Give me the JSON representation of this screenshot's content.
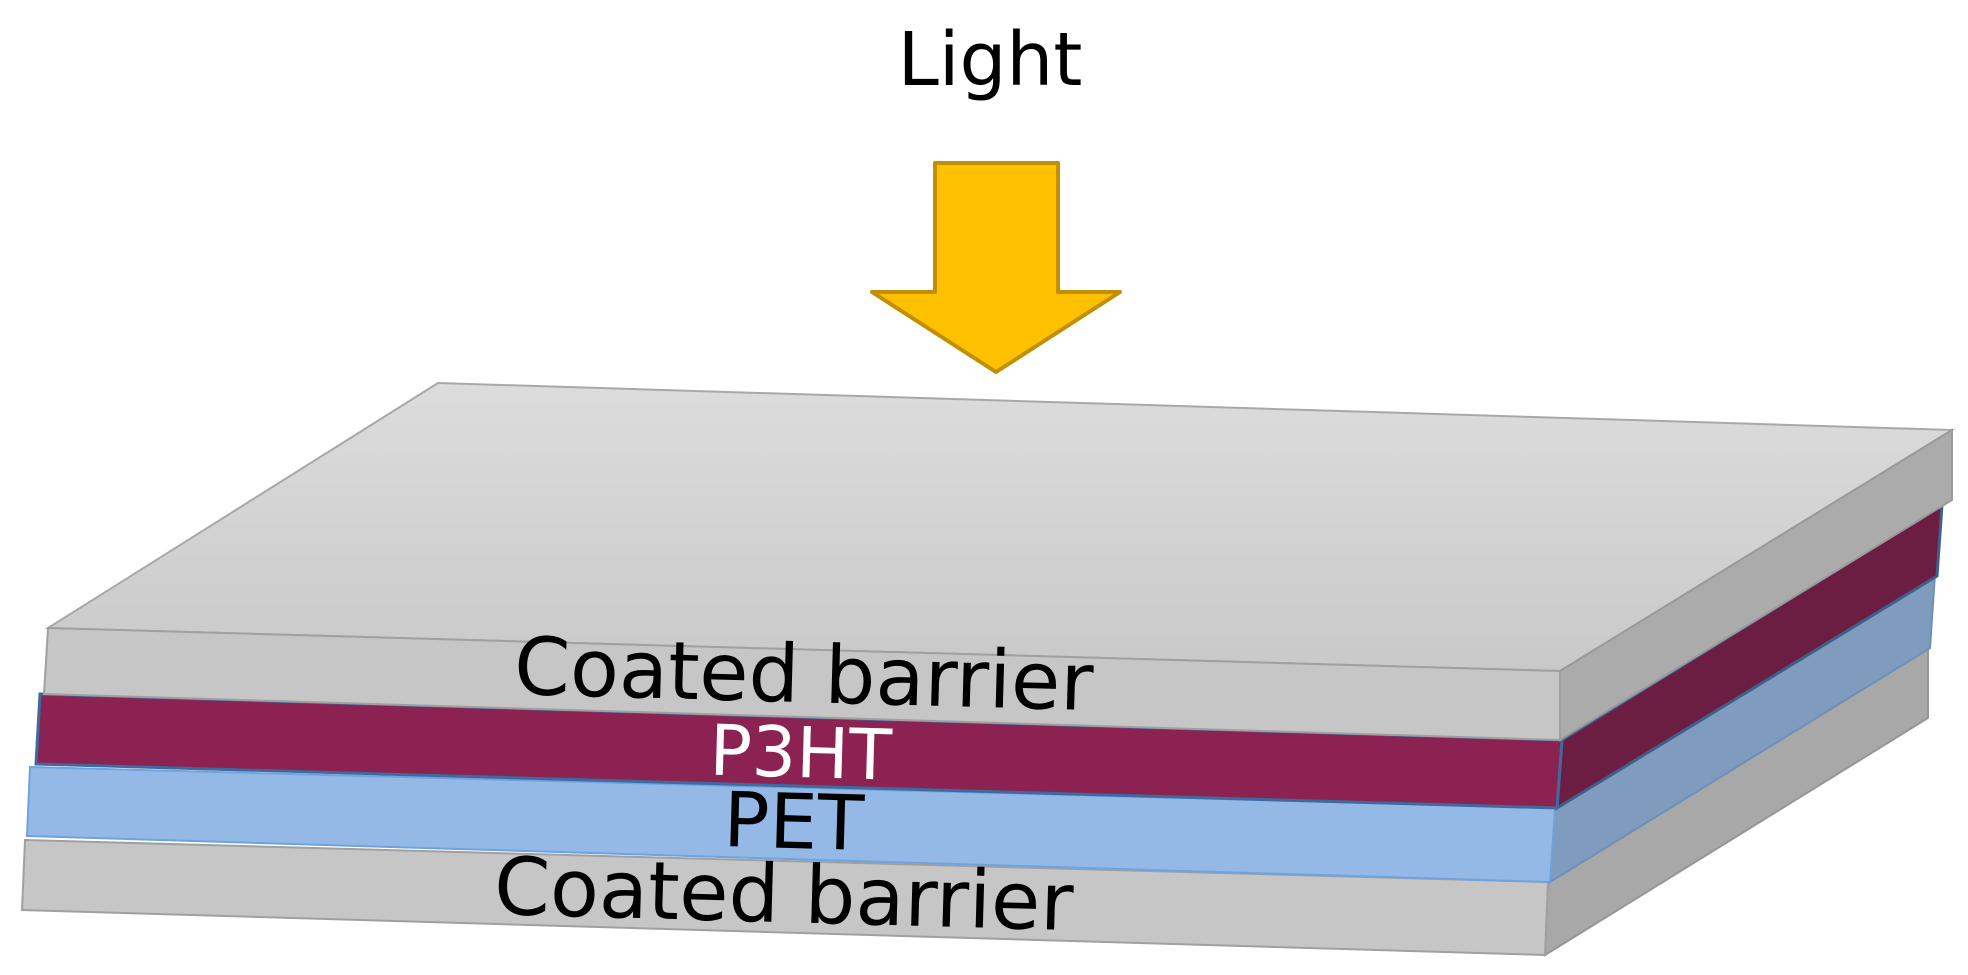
{
  "light": {
    "label": "Light",
    "arrow_color": "#FFC000",
    "arrow_stroke": "#C09000"
  },
  "layers": [
    {
      "id": "top-barrier",
      "label": "Coated barrier",
      "color": "#C8C8C8",
      "text_color": "#000000"
    },
    {
      "id": "p3ht",
      "label": "P3HT",
      "color": "#8B2252",
      "text_color": "#FFFFFF"
    },
    {
      "id": "pet",
      "label": "PET",
      "color": "#95B9E6",
      "text_color": "#000000"
    },
    {
      "id": "bottom-barrier",
      "label": "Coated barrier",
      "color": "#C8C8C8",
      "text_color": "#000000"
    }
  ]
}
